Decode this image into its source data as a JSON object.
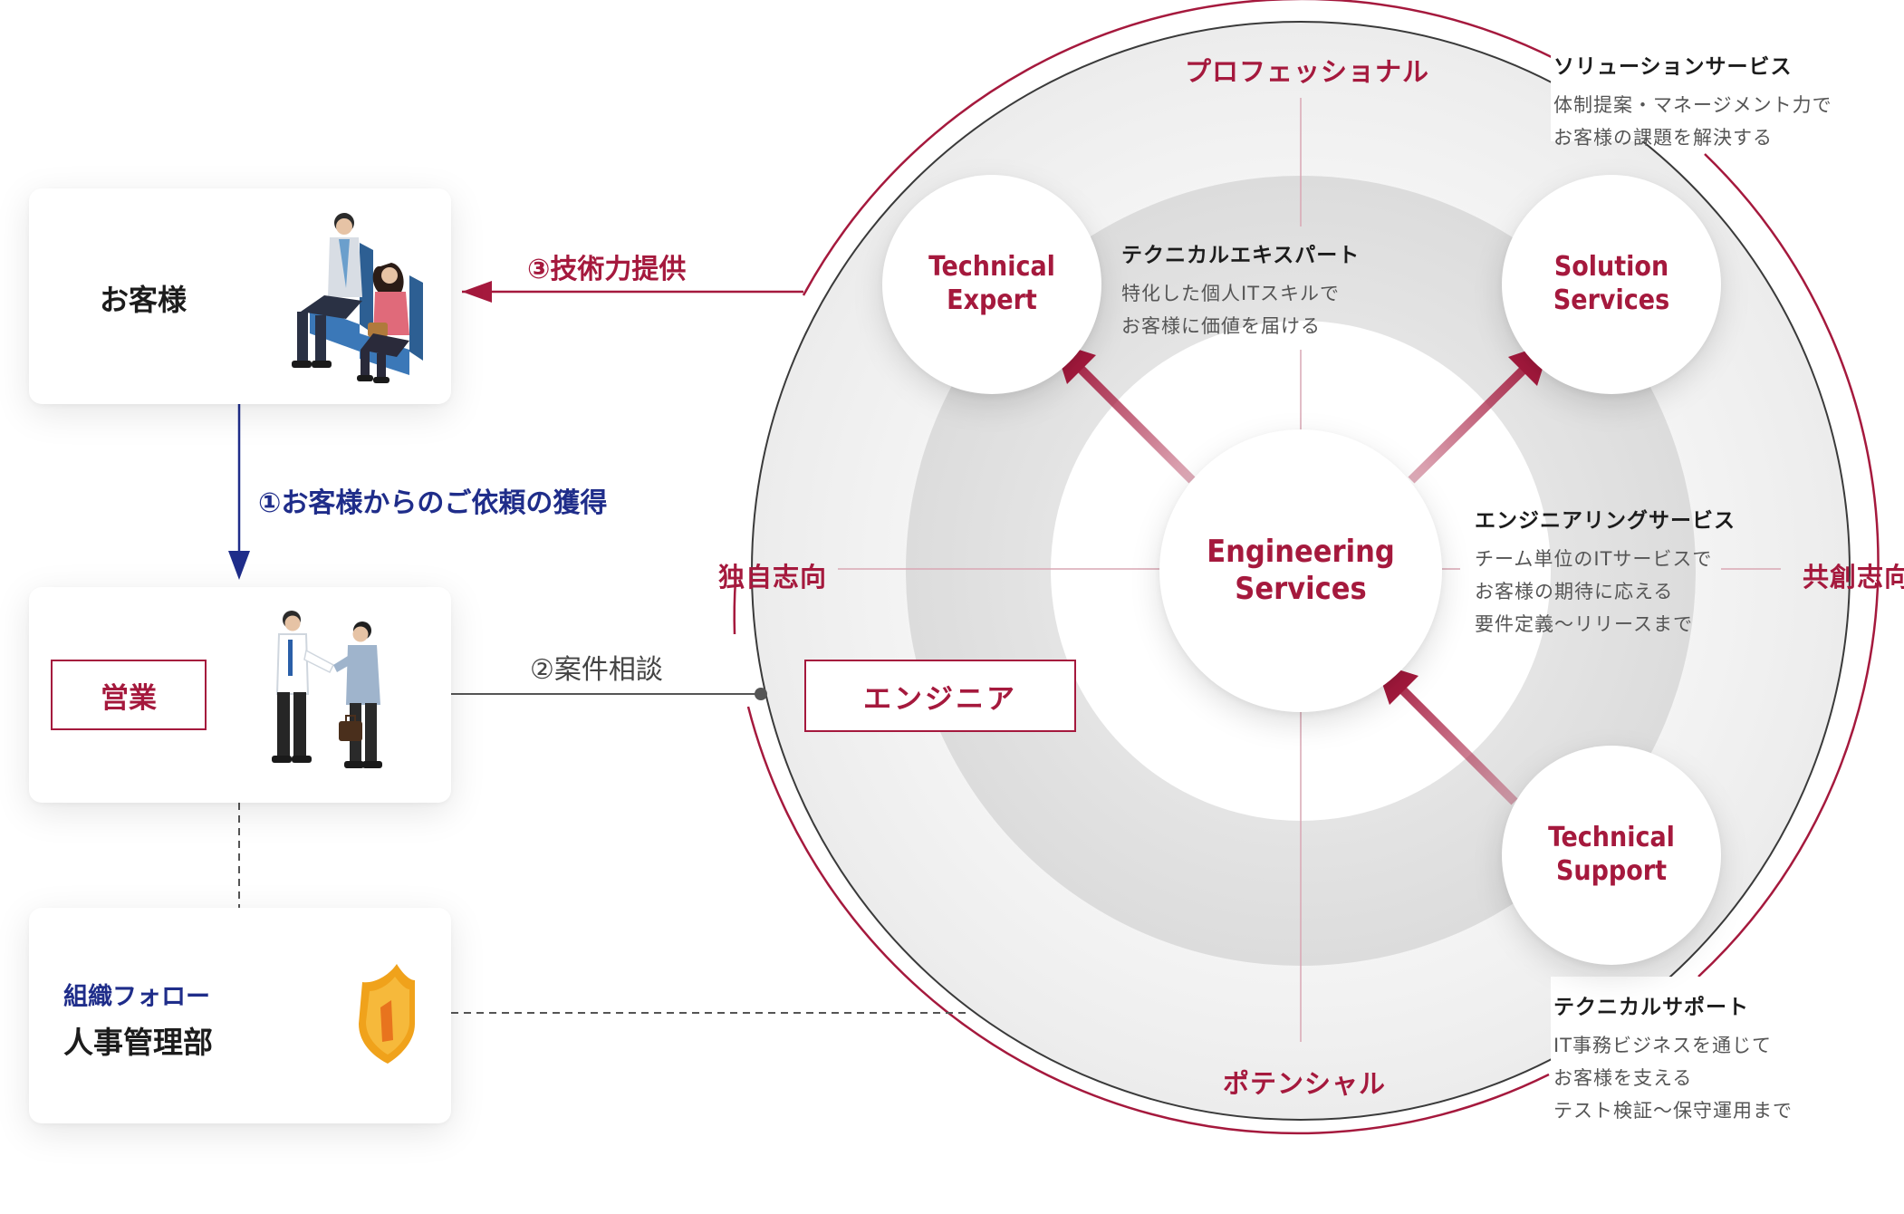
{
  "customer_card": {
    "label": "お客様"
  },
  "sales_card": {
    "label": "営業"
  },
  "hr_card": {
    "subtitle": "組織フォロー",
    "title": "人事管理部"
  },
  "flows": {
    "tech_provision": "③技術力提供",
    "acquire_requests": "①お客様からのご依頼の獲得",
    "consultation": "②案件相談"
  },
  "engineer_label": "エンジニア",
  "circle_labels": {
    "top": "プロフェッショナル",
    "bottom": "ポテンシャル",
    "left": "独自志向",
    "right": "共創志向"
  },
  "nodes": {
    "technical_expert": "Technical\nExpert",
    "solution_services": "Solution\nServices",
    "engineering_services": "Engineering\nServices",
    "technical_support": "Technical\nSupport"
  },
  "descriptions": {
    "technical_expert": {
      "title": "テクニカルエキスパート",
      "lines": [
        "特化した個人ITスキルで",
        "お客様に価値を届ける"
      ]
    },
    "solution_services": {
      "title": "ソリューションサービス",
      "lines": [
        "体制提案・マネージメント力で",
        "お客様の課題を解決する"
      ]
    },
    "engineering_services": {
      "title": "エンジニアリングサービス",
      "lines": [
        "チーム単位のITサービスで",
        "お客様の期待に応える",
        "要件定義〜リリースまで"
      ]
    },
    "technical_support": {
      "title": "テクニカルサポート",
      "lines": [
        "IT事務ビジネスを通じて",
        "お客様を支える",
        "テスト検証〜保守運用まで"
      ]
    }
  },
  "colors": {
    "accent": "#a5193d",
    "navy": "#1f2d8a",
    "outer_line": "#a5193d",
    "inner_line": "#3a3a3a"
  }
}
